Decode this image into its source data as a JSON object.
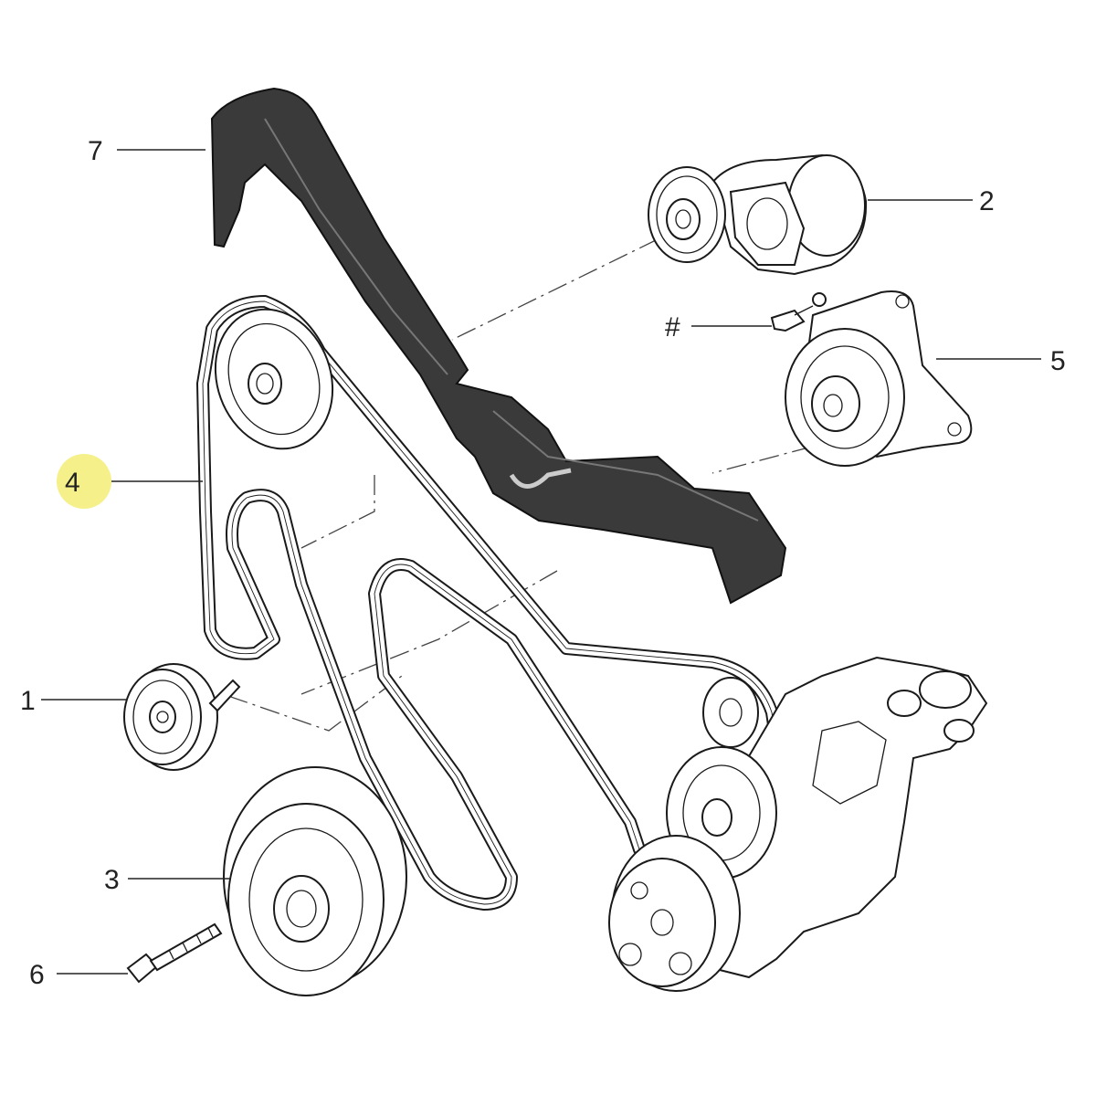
{
  "diagram": {
    "callouts": [
      {
        "id": "1",
        "label": "1"
      },
      {
        "id": "2",
        "label": "2"
      },
      {
        "id": "3",
        "label": "3"
      },
      {
        "id": "4",
        "label": "4",
        "highlighted": true
      },
      {
        "id": "5",
        "label": "5"
      },
      {
        "id": "6",
        "label": "6"
      },
      {
        "id": "7",
        "label": "7"
      },
      {
        "id": "hash",
        "label": "#"
      }
    ],
    "highlight_color": "#f5f08a",
    "line_color": "#1a1a1a",
    "cover_color": "#3a3a3a"
  }
}
